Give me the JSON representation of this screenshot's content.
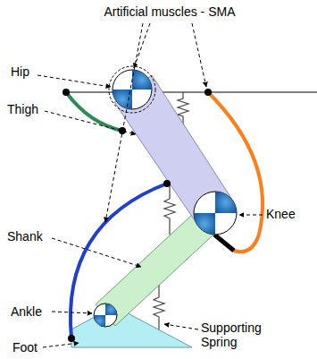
{
  "diagram": {
    "labels": [
      "Artificial muscles - SMA",
      "Hip",
      "Thigh",
      "Knee",
      "Shank",
      "Ankle",
      "Supporting Spring",
      "Foot"
    ]
  }
}
